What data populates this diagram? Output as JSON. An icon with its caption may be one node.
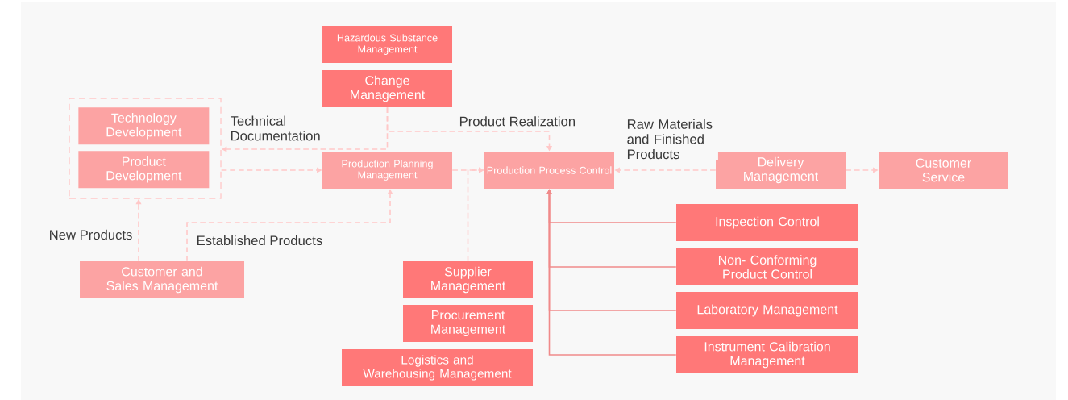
{
  "diagram": {
    "nodes": [
      {
        "text": [],
        "shape": "box"
      },
      {
        "text": [
          "Technology Development"
        ],
        "in": 0
      },
      {
        "text": [
          "Product Development"
        ],
        "in": 0
      },
      {
        "text": [
          "Hazardous Substance Management"
        ]
      },
      {
        "text": [
          "Change Management"
        ]
      },
      {
        "text": [
          "Production Planning Management"
        ]
      },
      {
        "text": [
          "Production Process Control"
        ]
      },
      {
        "text": [
          "Delivery Management"
        ]
      },
      {
        "text": [
          "Customer Service"
        ]
      },
      {
        "text": [
          "Customer and Sales Management"
        ]
      },
      {
        "text": [
          "Supplier Management"
        ]
      },
      {
        "text": [
          "Procurement Management"
        ]
      },
      {
        "text": [
          "Logistics and Warehousing Management"
        ]
      },
      {
        "text": [
          "Inspection Control"
        ]
      },
      {
        "text": [
          "Non- Conforming Product Control"
        ]
      },
      {
        "text": [
          "Laboratory Management"
        ]
      },
      {
        "text": [
          "Instrument Calibration Management"
        ]
      }
    ],
    "edges": [
      {
        "from": 4,
        "to": 0,
        "arrow": "to",
        "label": "Technical Documentation",
        "style": "dashed"
      },
      {
        "from": 4,
        "to": 6,
        "arrow": "to",
        "label": "Product Realization",
        "style": "dashed"
      },
      {
        "from": 0,
        "to": 5,
        "arrow": "to",
        "style": "dashed"
      },
      {
        "from": 5,
        "to": 6,
        "arrow": "to",
        "style": "dashed"
      },
      {
        "from": 10,
        "to": 6,
        "arrow": "to",
        "style": "dashed"
      },
      {
        "from": 7,
        "to": 6,
        "arrow": "to",
        "label": "Raw Materials and Finished Products",
        "style": "dashed"
      },
      {
        "from": 7,
        "to": 8,
        "arrow": "to",
        "style": "dashed"
      },
      {
        "from": 9,
        "to": 0,
        "arrow": "to",
        "label": "New Products",
        "style": "dashed"
      },
      {
        "from": 9,
        "to": 5,
        "arrow": "to",
        "label": "Established Products",
        "style": "dashed"
      },
      {
        "from": 13,
        "to": 6,
        "arrow": "to",
        "color": "#f08a8a"
      },
      {
        "from": 14,
        "to": 6,
        "arrow": "to",
        "color": "#f08a8a"
      },
      {
        "from": 15,
        "to": 6,
        "arrow": "to",
        "color": "#f08a8a"
      },
      {
        "from": 16,
        "to": 6,
        "arrow": "to",
        "color": "#f08a8a"
      }
    ]
  }
}
